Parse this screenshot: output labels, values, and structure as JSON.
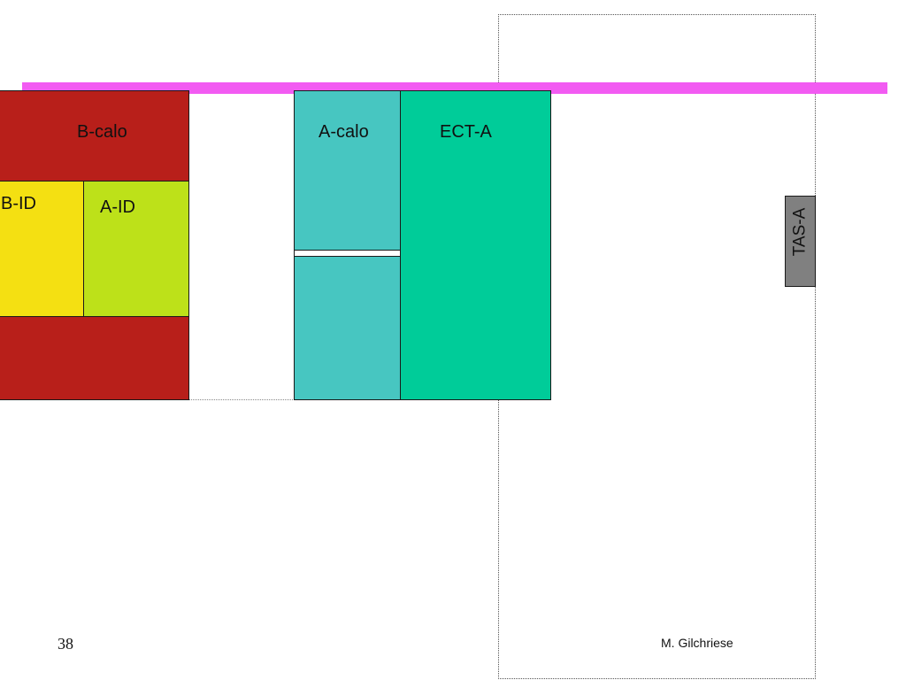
{
  "colors": {
    "b_calo": "#b81f1a",
    "b_id": "#f4e012",
    "a_id": "#bde119",
    "a_calo": "#47c6c1",
    "ect_a": "#00cc99",
    "tas_a": "#808080",
    "beam_line": "#f25bf2"
  },
  "diagram": {
    "b_calo": "B-calo",
    "b_id": "B-ID",
    "a_id": "A-ID",
    "a_calo": "A-calo",
    "ect_a": "ECT-A",
    "tas_a": "TAS-A"
  },
  "footer": {
    "page_number": "38",
    "author": "M. Gilchriese"
  }
}
